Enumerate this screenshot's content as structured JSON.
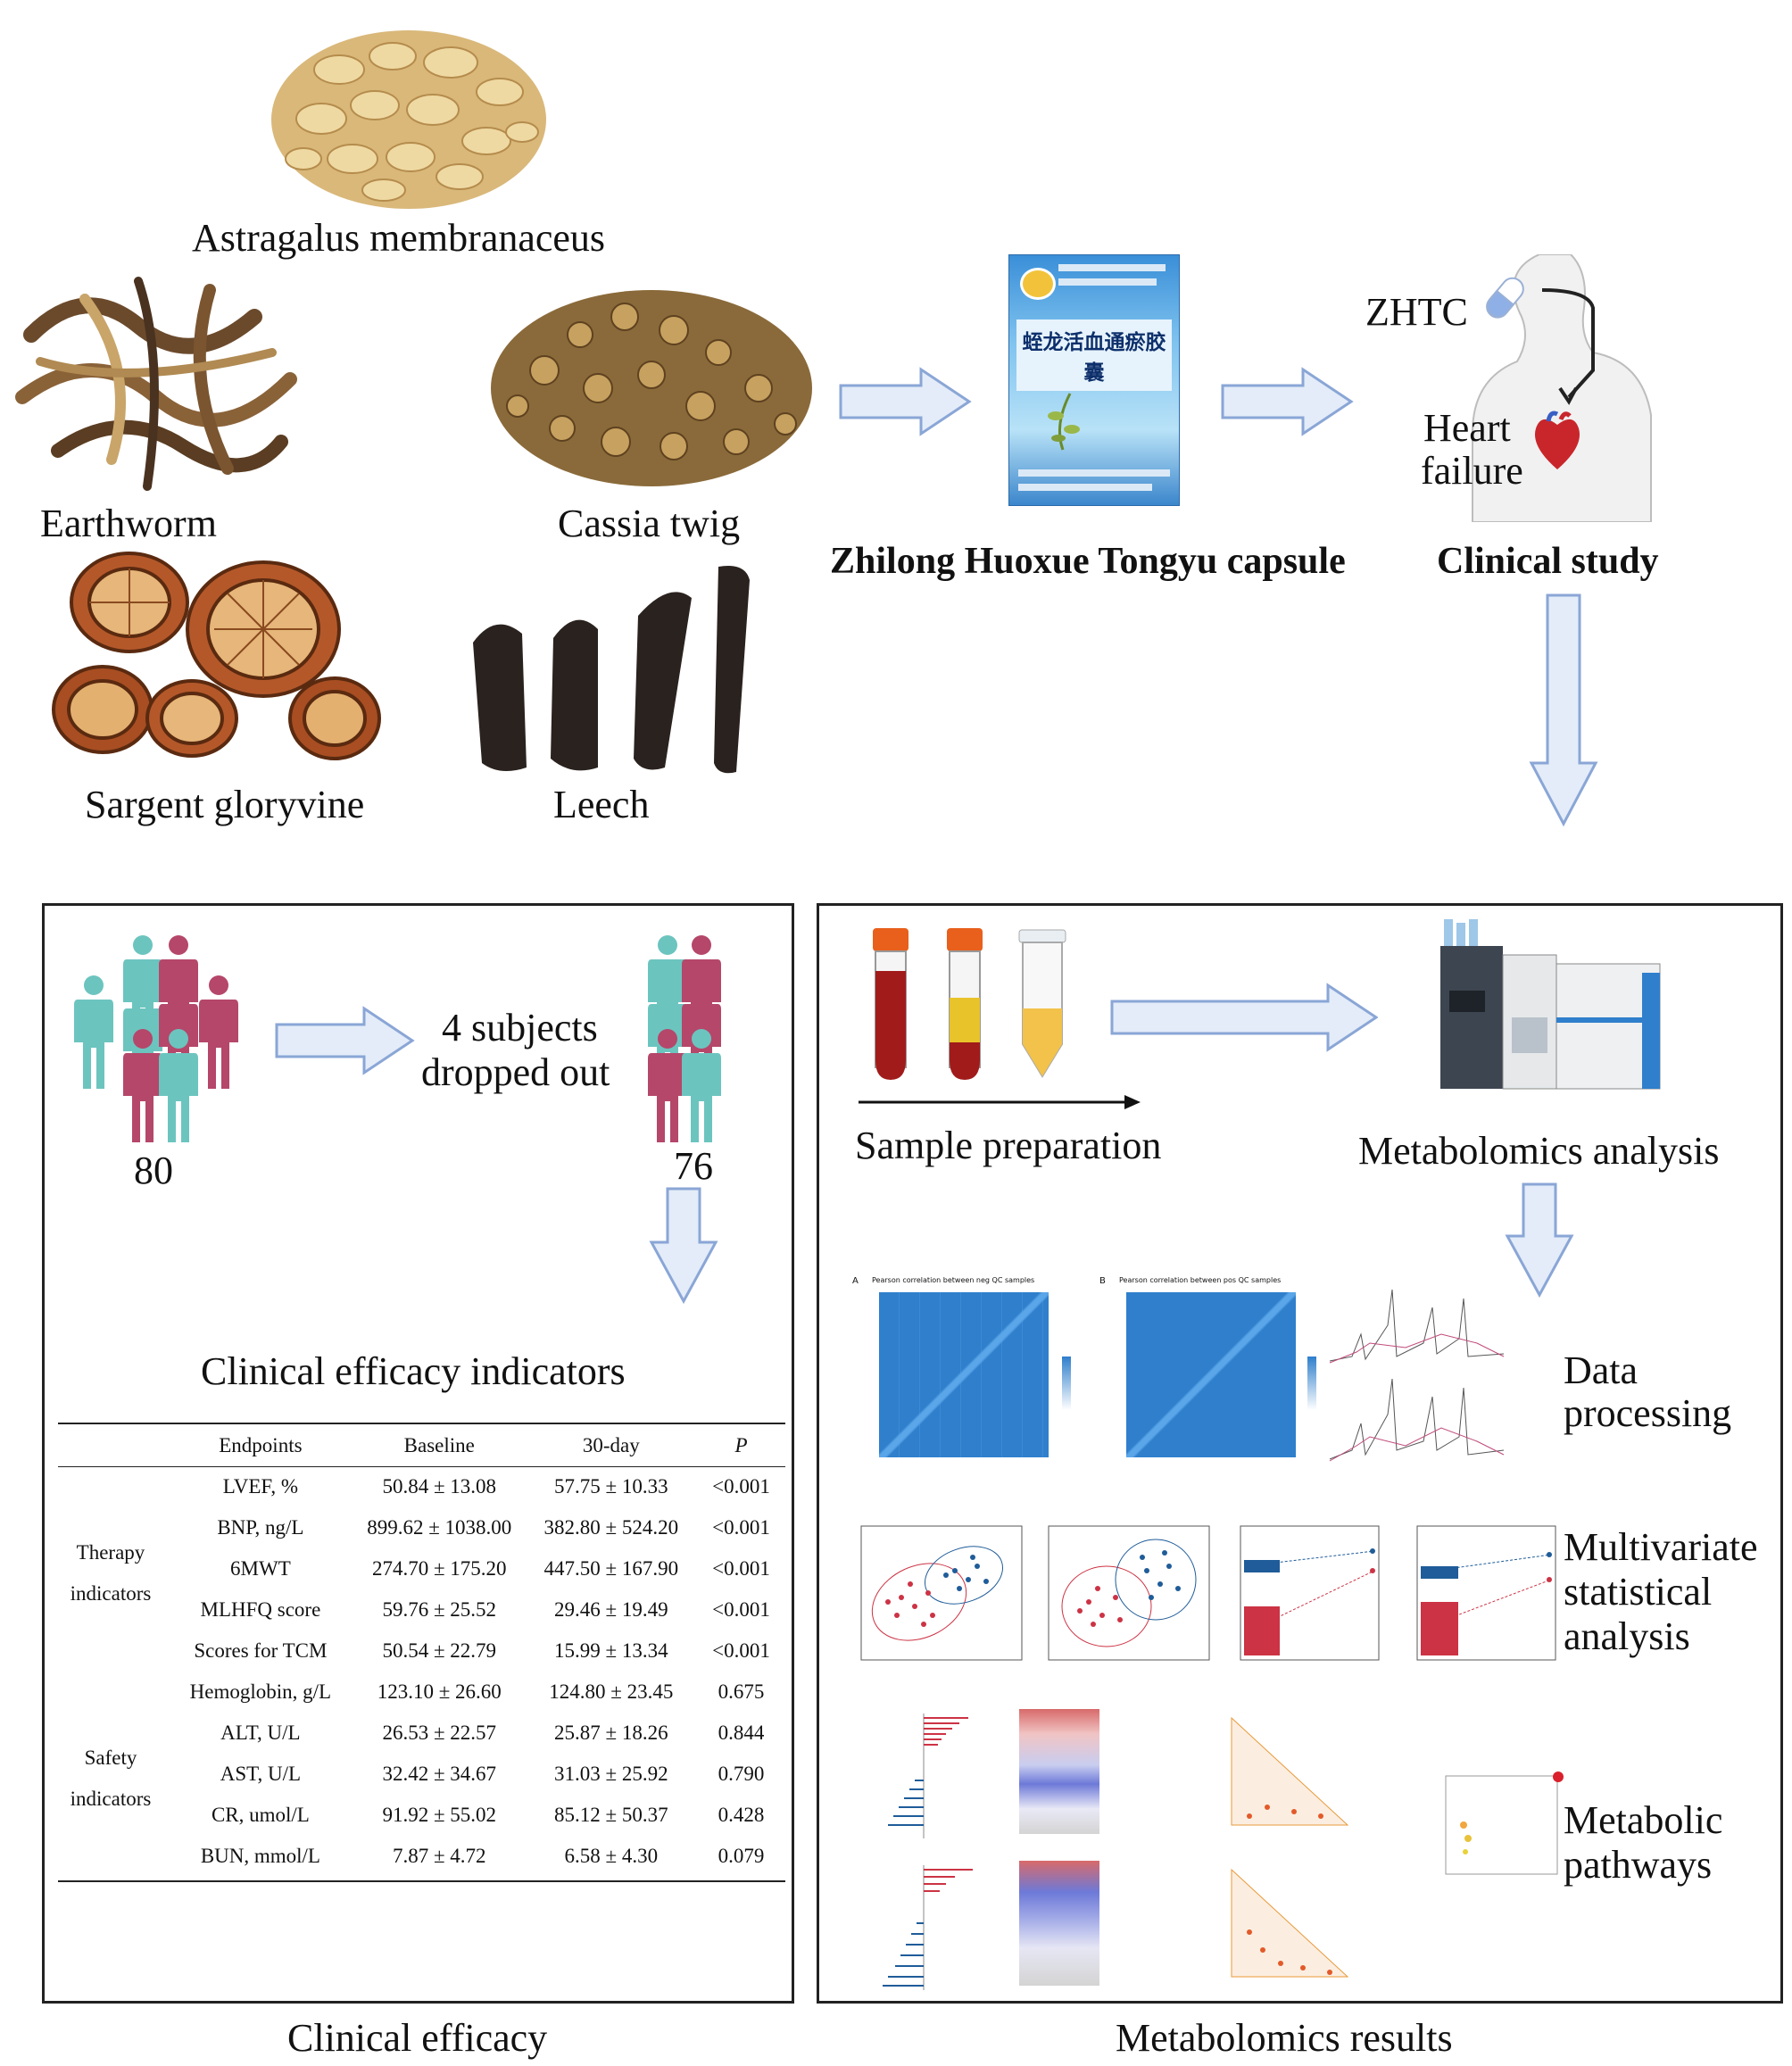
{
  "herbs": {
    "astragalus": "Astragalus membranaceus",
    "earthworm": "Earthworm",
    "cassia": "Cassia twig",
    "sargent": "Sargent gloryvine",
    "leech": "Leech"
  },
  "capsule": {
    "name": "Zhilong Huoxue Tongyu capsule",
    "box_text": "蛭龙活血通瘀胶囊"
  },
  "clinical": {
    "pill_label": "ZHTC",
    "heart_label_1": "Heart",
    "heart_label_2": "failure",
    "title": "Clinical study"
  },
  "left_panel": {
    "start_count": "80",
    "dropout_1": "4 subjects",
    "dropout_2": "dropped out",
    "end_count": "76",
    "indicators_title": "Clinical efficacy indicators",
    "caption": "Clinical efficacy",
    "table": {
      "headers": [
        "Endpoints",
        "Baseline",
        "30-day",
        "P"
      ],
      "group_therapy_1": "Therapy",
      "group_therapy_2": "indicators",
      "group_safety_1": "Safety",
      "group_safety_2": "indicators",
      "rows": [
        {
          "endpoint": "LVEF, %",
          "baseline": "50.84 ± 13.08",
          "day30": "57.75 ± 10.33",
          "p": "<0.001"
        },
        {
          "endpoint": "BNP, ng/L",
          "baseline": "899.62 ± 1038.00",
          "day30": "382.80 ± 524.20",
          "p": "<0.001"
        },
        {
          "endpoint": "6MWT",
          "baseline": "274.70 ± 175.20",
          "day30": "447.50 ± 167.90",
          "p": "<0.001"
        },
        {
          "endpoint": "MLHFQ score",
          "baseline": "59.76 ± 25.52",
          "day30": "29.46 ± 19.49",
          "p": "<0.001"
        },
        {
          "endpoint": "Scores for TCM",
          "baseline": "50.54 ± 22.79",
          "day30": "15.99 ± 13.34",
          "p": "<0.001"
        },
        {
          "endpoint": "Hemoglobin, g/L",
          "baseline": "123.10 ± 26.60",
          "day30": "124.80 ± 23.45",
          "p": "0.675"
        },
        {
          "endpoint": "ALT, U/L",
          "baseline": "26.53 ± 22.57",
          "day30": "25.87 ± 18.26",
          "p": "0.844"
        },
        {
          "endpoint": "AST, U/L",
          "baseline": "32.42 ± 34.67",
          "day30": "31.03 ± 25.92",
          "p": "0.790"
        },
        {
          "endpoint": "CR, umol/L",
          "baseline": "91.92 ± 55.02",
          "day30": "85.12 ± 50.37",
          "p": "0.428"
        },
        {
          "endpoint": "BUN, mmol/L",
          "baseline": "7.87 ± 4.72",
          "day30": "6.58 ± 4.30",
          "p": "0.079"
        }
      ]
    }
  },
  "right_panel": {
    "sample_prep": "Sample preparation",
    "metabolomics_analysis": "Metabolomics analysis",
    "data_processing_1": "Data",
    "data_processing_2": "processing",
    "multivariate_1": "Multivariate",
    "multivariate_2": "statistical",
    "multivariate_3": "analysis",
    "pathways_1": "Metabolic",
    "pathways_2": "pathways",
    "caption": "Metabolomics results",
    "heatmap_a_title": "Pearson correlation between neg QC samples",
    "heatmap_b_title": "Pearson correlation between pos QC samples"
  },
  "colors": {
    "teal": "#6cc4bf",
    "crimson": "#b5476a",
    "arrow_fill": "#e3ecf8",
    "arrow_stroke": "#8aa6d6",
    "heat_blue": "#2f7fcc",
    "scatter_red": "#cc3344",
    "scatter_blue": "#1f5c99"
  }
}
